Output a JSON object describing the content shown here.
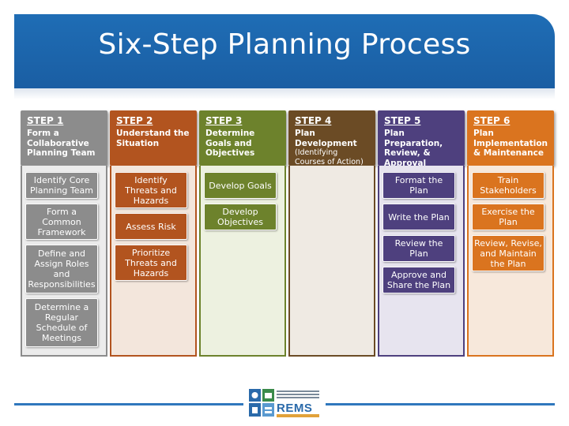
{
  "slide": {
    "title": "Six-Step Planning Process"
  },
  "steps": [
    {
      "label": "STEP 1",
      "title": "Form a Collaborative Planning Team",
      "subtitle": "",
      "boxes": [
        "Identify Core Planning Team",
        "Form a Common Framework",
        "Define and Assign Roles and Responsibilities",
        "Determine a Regular Schedule of Meetings"
      ]
    },
    {
      "label": "STEP 2",
      "title": "Understand the Situation",
      "subtitle": "",
      "boxes": [
        "Identify Threats and Hazards",
        "Assess Risk",
        "Prioritize Threats and Hazards"
      ]
    },
    {
      "label": "STEP 3",
      "title": "Determine Goals and Objectives",
      "subtitle": "",
      "boxes": [
        "Develop Goals",
        "Develop Objectives"
      ]
    },
    {
      "label": "STEP 4",
      "title": "Plan Development",
      "subtitle": "(Identifying Courses of Action)",
      "boxes": []
    },
    {
      "label": "STEP 5",
      "title": "Plan Preparation, Review, & Approval",
      "subtitle": "",
      "boxes": [
        "Format the Plan",
        "Write the Plan",
        "Review the Plan",
        "Approve and Share the Plan"
      ]
    },
    {
      "label": "STEP 6",
      "title": "Plan Implementation & Maintenance",
      "subtitle": "",
      "boxes": [
        "Train Stakeholders",
        "Exercise the Plan",
        "Review, Revise, and Maintain the Plan"
      ]
    }
  ],
  "footer": {
    "logo_text": "REMS"
  },
  "colors": {
    "banner": "#1f6db5",
    "step1": "#8a8a8a",
    "step2": "#b0521f",
    "step3": "#6b7f2b",
    "step4": "#6a4a24",
    "step5": "#4d3f7d",
    "step6": "#d9731f"
  }
}
